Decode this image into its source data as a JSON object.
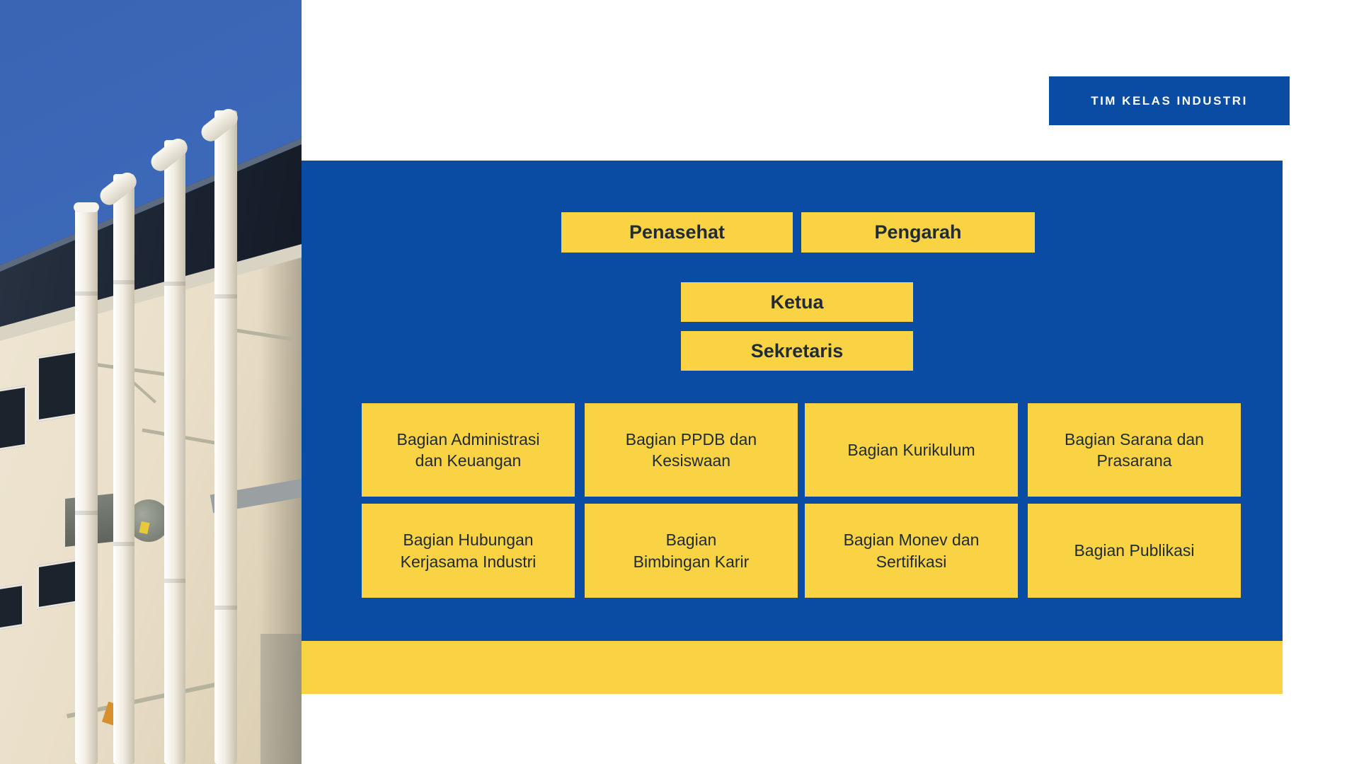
{
  "badge": {
    "label": "TIM KELAS INDUSTRI"
  },
  "org": {
    "advisors": [
      "Penasehat",
      "Pengarah"
    ],
    "chair": "Ketua",
    "secretary": "Sekretaris",
    "departments_row1": [
      "Bagian Administrasi\ndan Keuangan",
      "Bagian PPDB dan\nKesiswaan",
      "Bagian Kurikulum",
      "Bagian Sarana dan\nPrasarana"
    ],
    "departments_row2": [
      "Bagian Hubungan\nKerjasama Industri",
      "Bagian\nBimbingan Karir",
      "Bagian Monev dan\nSertifikasi",
      "Bagian Publikasi"
    ]
  },
  "colors": {
    "panel_blue": "#0A4BA4",
    "accent_yellow": "#F9D344",
    "box_text": "#202B33",
    "badge_text": "#FFFFFF"
  },
  "photo": {
    "description": "Low-angle photo of a building facade with white ventilation pipes against a blue sky"
  }
}
